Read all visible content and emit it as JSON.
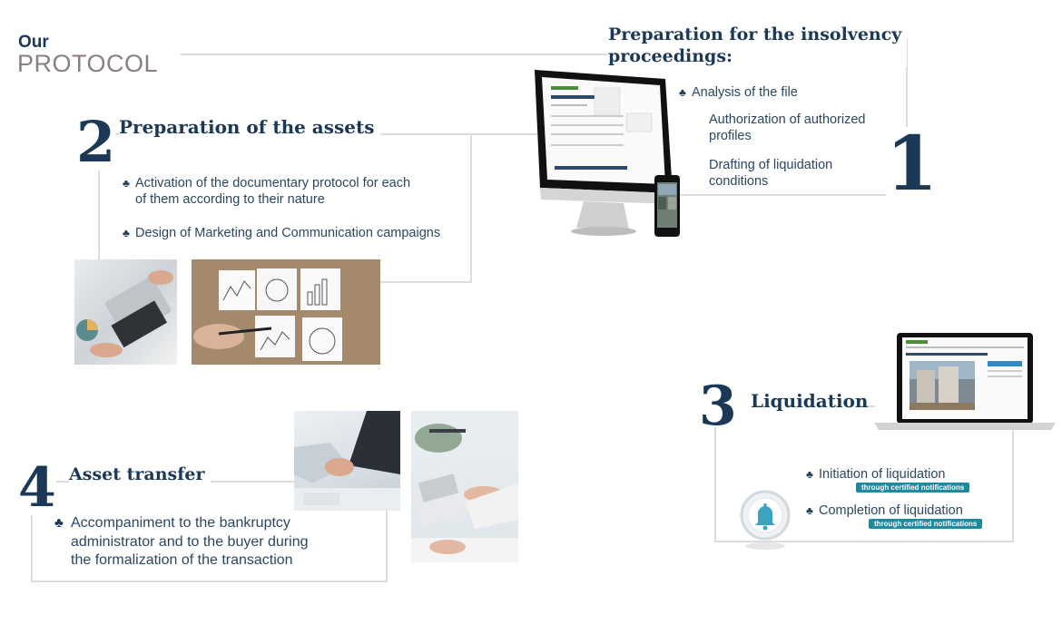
{
  "header": {
    "our": "Our",
    "protocol": "PROTOCOL"
  },
  "step1": {
    "number": "1",
    "title_line1": "Preparation for the insolvency",
    "title_line2": "proceedings:",
    "items": [
      "Analysis of the file",
      "Authorization of authorized",
      "profiles",
      "Drafting of liquidation",
      "conditions"
    ]
  },
  "step2": {
    "number": "2",
    "title": "Preparation of the assets",
    "items": [
      "Activation of the documentary protocol for each",
      "of them according to their nature",
      "Design of Marketing and Communication campaigns"
    ]
  },
  "step3": {
    "number": "3",
    "title": "Liquidation",
    "items": [
      {
        "label": "Initiation of liquidation",
        "badge": "through certified notifications"
      },
      {
        "label": "Completion of liquidation",
        "badge": "through certified notifications"
      }
    ]
  },
  "step4": {
    "number": "4",
    "title": "Asset transfer",
    "items": [
      "Accompaniment to the bankruptcy",
      "administrator and to the buyer during",
      "the formalization of the transaction"
    ]
  },
  "icons": {
    "bullet": "club-icon",
    "bell": "bell-icon"
  },
  "colors": {
    "navy": "#1b3856",
    "teal": "#1d8a9e",
    "gray_line": "#dcdcdc",
    "protocol_gray": "#8b7f86"
  }
}
